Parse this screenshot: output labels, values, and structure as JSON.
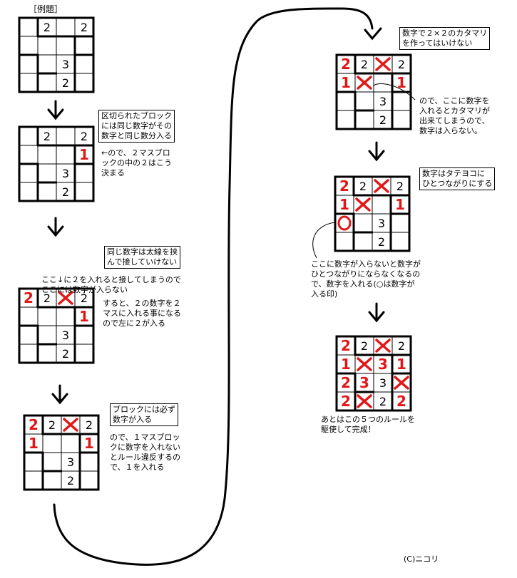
{
  "title": "［例題］",
  "credit": "(C)ニコリ",
  "colors": {
    "ink": "#000000",
    "mark": "#e11717",
    "paper": "#ffffff"
  },
  "grids": [
    {
      "id": "g1",
      "cells": [
        [
          "",
          "2",
          "",
          "2"
        ],
        [
          "",
          "",
          "",
          ""
        ],
        [
          "",
          "",
          "3",
          ""
        ],
        [
          "",
          "",
          "2",
          ""
        ]
      ]
    },
    {
      "id": "g2",
      "cells": [
        [
          "",
          "2",
          "",
          "2"
        ],
        [
          "",
          "",
          "",
          "r1"
        ],
        [
          "",
          "",
          "3",
          ""
        ],
        [
          "",
          "",
          "2",
          ""
        ]
      ]
    },
    {
      "id": "g3",
      "cells": [
        [
          "r2",
          "2",
          "rx",
          "2"
        ],
        [
          "",
          "",
          "",
          "r1"
        ],
        [
          "",
          "",
          "3",
          ""
        ],
        [
          "",
          "",
          "2",
          ""
        ]
      ]
    },
    {
      "id": "g4",
      "cells": [
        [
          "r2",
          "2",
          "rx",
          "2"
        ],
        [
          "r1",
          "",
          "",
          "r1"
        ],
        [
          "",
          "",
          "3",
          ""
        ],
        [
          "",
          "",
          "2",
          ""
        ]
      ]
    },
    {
      "id": "g5",
      "cells": [
        [
          "r2",
          "2",
          "rx",
          "2"
        ],
        [
          "r1",
          "rx",
          "",
          "r1"
        ],
        [
          "",
          "",
          "3",
          ""
        ],
        [
          "",
          "",
          "2",
          ""
        ]
      ]
    },
    {
      "id": "g6",
      "cells": [
        [
          "r2",
          "2",
          "rx",
          "2"
        ],
        [
          "r1",
          "rx",
          "",
          "r1"
        ],
        [
          "ro",
          "",
          "3",
          ""
        ],
        [
          "",
          "",
          "2",
          ""
        ]
      ]
    },
    {
      "id": "g7",
      "cells": [
        [
          "r2",
          "2",
          "rx",
          "2"
        ],
        [
          "r1",
          "rx",
          "r3",
          "r1"
        ],
        [
          "r2",
          "r3",
          "3",
          "rx"
        ],
        [
          "r2",
          "rx",
          "2",
          "r2"
        ]
      ]
    }
  ],
  "notes": {
    "rule_block": "区切られたブロック\nには同じ数字がその\n数字と同じ数分入る",
    "step1": "←ので、２マスブロ\nックの中の２はこう\n決まる",
    "rule_adjacent": "同じ数字は太線を挟\nんで接していけない",
    "step2a": "ここ↓に２を入れると接してしまうので\nここには数字が入らない",
    "step2b": "すると、２の数字を２\nマスに入れる事になる\nので左に２が入る",
    "rule_required": "ブロックには必ず\n数字が入る",
    "step3": "ので、１マスブロッ\nクに数字を入れない\nとルール違反するの\nで、１を入れる",
    "rule_cluster": "数字で２×２のカタマリ\nを作ってはいけない",
    "step4": "ので、ここに数字を\n入れるとカタマリが\n出来てしまうので、\n数字は入らない。",
    "rule_connected": "数字はタテヨコに\nひとつながりにする",
    "step5": "ここに数字が入らないと数字が\nひとつながりにならなくなるの\nで、数字を入れる(○は数字が\n入る印)",
    "step6": "あとはこの５つのルールを\n駆使して完成！"
  }
}
